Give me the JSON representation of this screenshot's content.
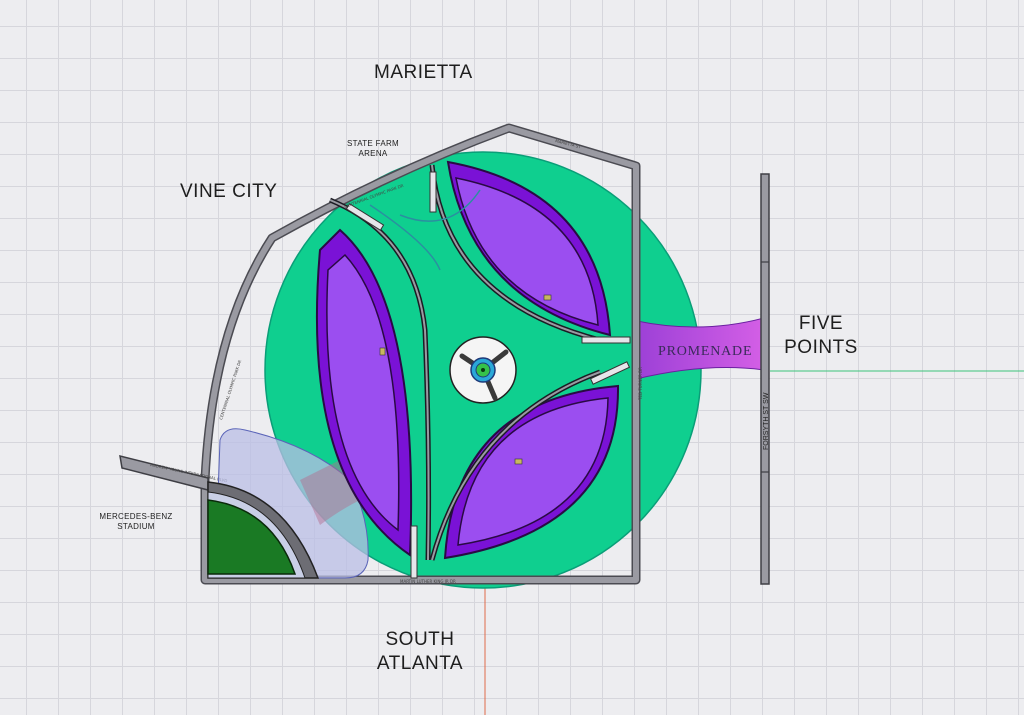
{
  "districts": {
    "north": "MARIETTA",
    "west": "VINE CITY",
    "east_line1": "FIVE",
    "east_line2": "POINTS",
    "south_line1": "SOUTH",
    "south_line2": "ATLANTA"
  },
  "landmarks": {
    "arena_line1": "STATE FARM",
    "arena_line2": "ARENA",
    "stadium_line1": "MERCEDES-BENZ",
    "stadium_line2": "STADIUM",
    "promenade": "PROMENADE"
  },
  "streets": {
    "east": "FORSYTH ST SW",
    "north_diagonal": "CENTENNIAL OLYMPIC PARK DR",
    "west_diagonal": "CENTENNIAL OLYMPIC PARK DR",
    "south": "MARTIN LUTHER KING JR DR",
    "inner_east": "TED TURNER DR",
    "top_right": "MARIETTA ST",
    "stadium_road": "ANDREW YOUNG INTERNATIONAL BLVD"
  },
  "colors": {
    "background": "#ededf0",
    "grid": "#d6d6dc",
    "park": "#0fcf8f",
    "lens_fill": "#9b2ee4",
    "lens_border": "#7a12d6",
    "road": "#8e8e96",
    "stadium_field": "#1a7a24",
    "promenade": "#c35ce3",
    "plaza_overlay": "#b9bde6"
  }
}
